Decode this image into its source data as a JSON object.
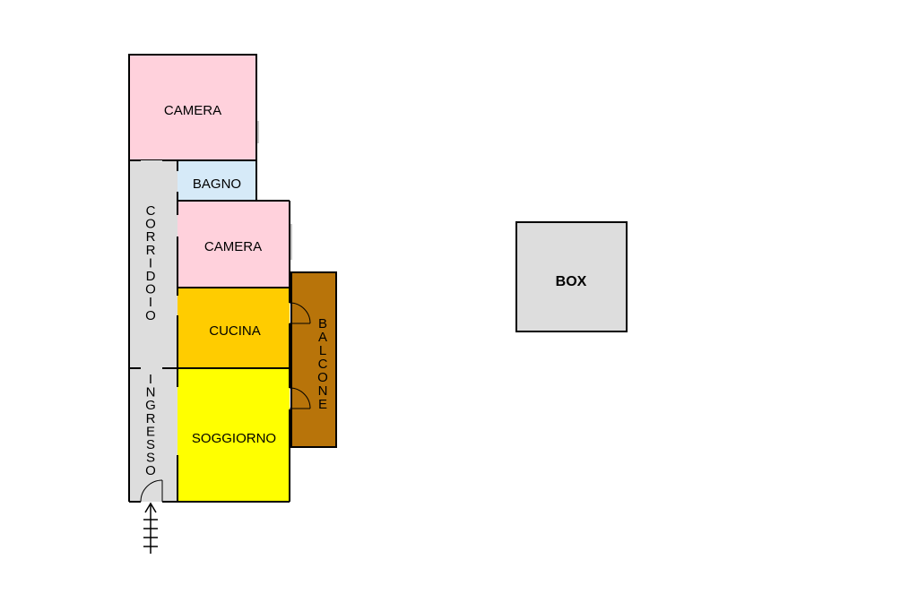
{
  "floorplan": {
    "rooms": {
      "camera_top": {
        "label": "CAMERA",
        "color": "#FFD1DC"
      },
      "bagno": {
        "label": "BAGNO",
        "color": "#D6EAF8"
      },
      "camera_mid": {
        "label": "CAMERA",
        "color": "#FFD1DC"
      },
      "cucina": {
        "label": "CUCINA",
        "color": "#FFCC00"
      },
      "soggiorno": {
        "label": "SOGGIORNO",
        "color": "#FFFF00"
      },
      "balcone": {
        "label": "BALCONE",
        "color": "#B8740A"
      },
      "corridoio": {
        "label": "CORRIDOIO",
        "color": "#DDDDDD"
      },
      "ingresso": {
        "label": "INGRESSO",
        "color": "#DDDDDD"
      }
    },
    "box": {
      "label": "BOX",
      "color": "#DDDDDD"
    },
    "entrance_icon": "entrance-arrow-icon"
  }
}
